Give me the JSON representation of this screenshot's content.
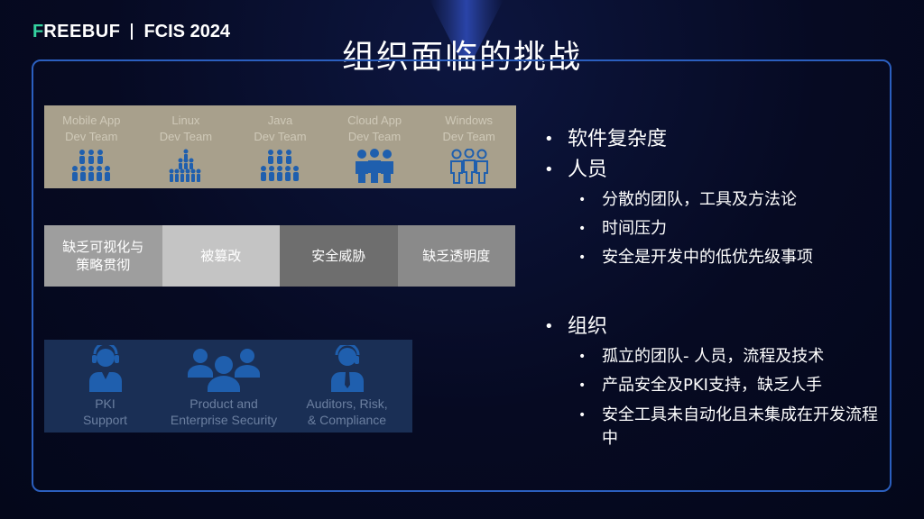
{
  "logo": {
    "freebuf_mark": "F",
    "freebuf": "REEBUF",
    "fcis": "FCIS 2024"
  },
  "slide_title": "组织面临的挑战",
  "teams": [
    {
      "label": "Mobile App\nDev Team",
      "icon": "people-group-icon"
    },
    {
      "label": "Linux\nDev Team",
      "icon": "people-pyramid-icon"
    },
    {
      "label": "Java\nDev Team",
      "icon": "people-group-icon"
    },
    {
      "label": "Cloud App\nDev Team",
      "icon": "people-trio-solid-icon"
    },
    {
      "label": "Windows\nDev Team",
      "icon": "people-trio-outline-icon"
    }
  ],
  "threats": [
    {
      "label": "缺乏可视化与\n策略贯彻"
    },
    {
      "label": "被篡改"
    },
    {
      "label": "安全威胁"
    },
    {
      "label": "缺乏透明度"
    }
  ],
  "groups": [
    {
      "label": "PKI\nSupport",
      "icon": "support-agent-icon"
    },
    {
      "label": "Product and\nEnterprise Security",
      "icon": "team-icon"
    },
    {
      "label": "Auditors, Risk,\n& Compliance",
      "icon": "auditor-icon"
    }
  ],
  "bullets": {
    "software": "软件复杂度",
    "people": "人员",
    "people_items": [
      "分散的团队，工具及方法论",
      "时间压力",
      "安全是开发中的低优先级事项"
    ],
    "org": "组织",
    "org_items": [
      "孤立的团队- 人员，流程及技术",
      "产品安全及PKI支持，缺乏人手",
      "安全工具未自动化且未集成在开发流程中"
    ]
  },
  "colors": {
    "frame": "#2b5fbf",
    "accent_green": "#34d3a0",
    "icon_blue": "#1f5fae"
  }
}
